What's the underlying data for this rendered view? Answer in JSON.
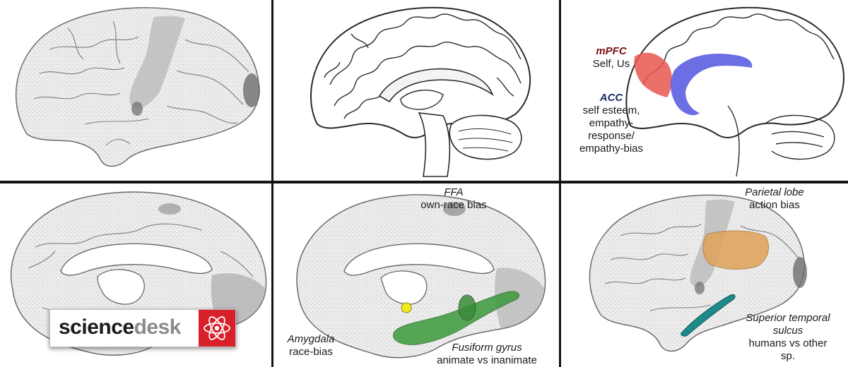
{
  "panels": {
    "top_mid": {},
    "top_right": {
      "mpfc": {
        "title": "mPFC",
        "desc": "Self, Us"
      },
      "acc": {
        "title": "ACC",
        "lines": [
          "self esteem,",
          "empathy-",
          "response/",
          "empathy-bias"
        ]
      }
    },
    "bottom_left": {
      "logo": {
        "text_a": "science",
        "text_b": "desk",
        "icon": "atom-icon"
      }
    },
    "bottom_mid": {
      "ffa": {
        "title": "FFA",
        "desc": "own-race bias"
      },
      "amygdala": {
        "title": "Amygdala",
        "desc": "race-bias"
      },
      "fusiform": {
        "title": "Fusiform gyrus",
        "desc": "animate vs inanimate"
      }
    },
    "bottom_right": {
      "parietal": {
        "title": "Parietal lobe",
        "desc": "action bias"
      },
      "sts": {
        "title_lines": [
          "Superior temporal",
          "sulcus"
        ],
        "desc_lines": [
          "humans vs other",
          "sp."
        ]
      }
    }
  },
  "colors": {
    "mpfc": "#e8574f",
    "acc": "#5b5fe0",
    "fusiform": "#3a9a3a",
    "amygdala": "#f2ea1a",
    "parietal": "#e0a35a",
    "sts": "#1f8a8a",
    "logo_red": "#d8202a",
    "border": "#141414"
  }
}
